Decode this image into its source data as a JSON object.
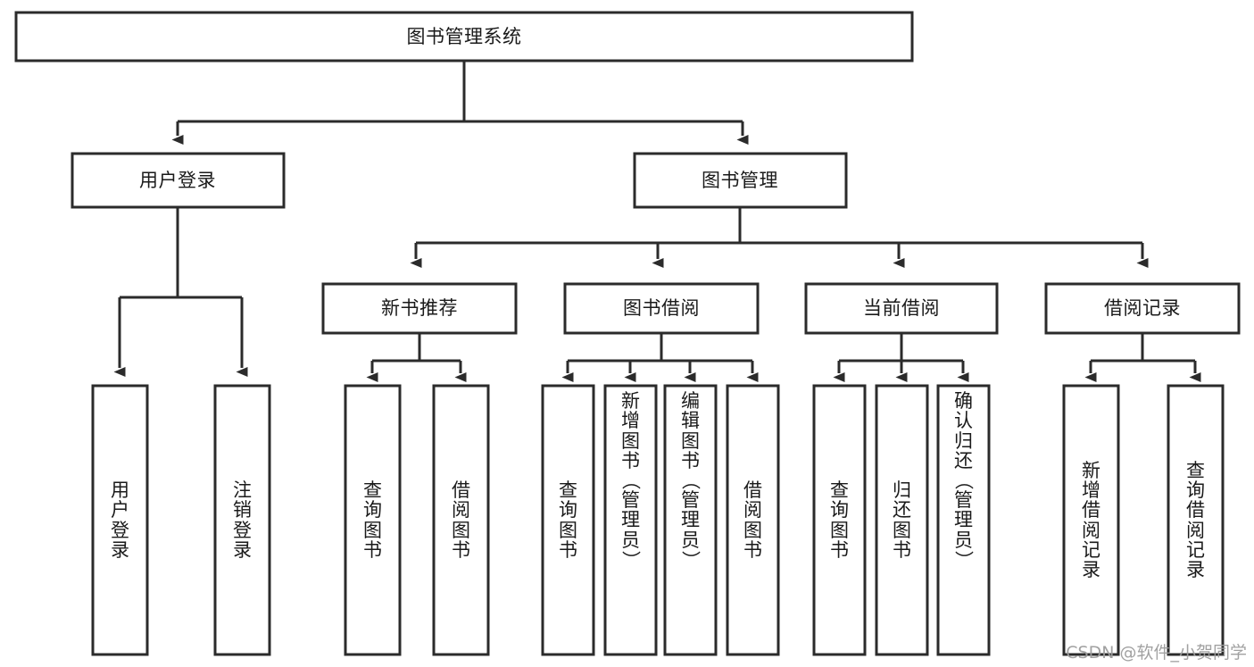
{
  "diagram": {
    "type": "tree-hierarchy",
    "title": "图书管理系统",
    "orientation": "top-down",
    "colors": {
      "box_fill": "#ffffff",
      "box_stroke": "#2b2b2b",
      "text": "#1a1a1a",
      "background": "#ffffff",
      "watermark": "#9d9d9d"
    },
    "root": {
      "label": "图书管理系统"
    },
    "level2": [
      {
        "label": "用户登录"
      },
      {
        "label": "图书管理"
      }
    ],
    "level3": [
      {
        "label": "新书推荐"
      },
      {
        "label": "图书借阅"
      },
      {
        "label": "当前借阅"
      },
      {
        "label": "借阅记录"
      }
    ],
    "leaves": {
      "user_login": [
        {
          "label": "用户登录"
        },
        {
          "label": "注销登录"
        }
      ],
      "new_book": [
        {
          "label": "查询图书"
        },
        {
          "label": "借阅图书"
        }
      ],
      "book_borrow": [
        {
          "label": "查询图书"
        },
        {
          "label": "新增图书（管理员）"
        },
        {
          "label": "编辑图书（管理员）"
        },
        {
          "label": "借阅图书"
        }
      ],
      "current_borrow": [
        {
          "label": "查询图书"
        },
        {
          "label": "归还图书"
        },
        {
          "label": "确认归还（管理员）"
        }
      ],
      "borrow_record": [
        {
          "label": "新增借阅记录"
        },
        {
          "label": "查询借阅记录"
        }
      ]
    }
  },
  "watermark": {
    "text": "CSDN @软件_小贺同学"
  }
}
